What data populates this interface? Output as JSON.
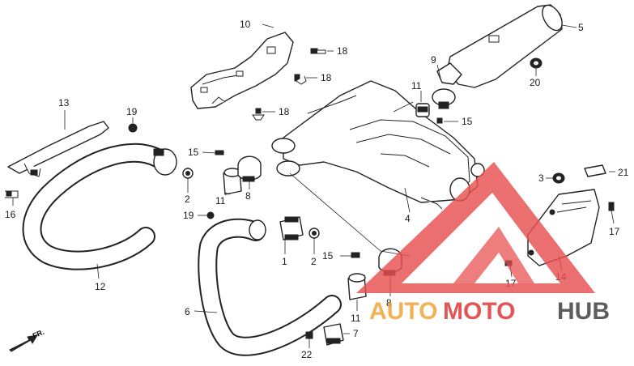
{
  "callouts": {
    "c1": "1",
    "c2a": "2",
    "c2b": "2",
    "c3": "3",
    "c4": "4",
    "c5": "5",
    "c6": "6",
    "c7": "7",
    "c8a": "8",
    "c8b": "8",
    "c9": "9",
    "c10": "10",
    "c11a": "11",
    "c11b": "11",
    "c11c": "11",
    "c12": "12",
    "c13": "13",
    "c14": "14",
    "c15a": "15",
    "c15b": "15",
    "c15c": "15",
    "c16": "16",
    "c17a": "17",
    "c17b": "17",
    "c18a": "18",
    "c18b": "18",
    "c18c": "18",
    "c19a": "19",
    "c19b": "19",
    "c20": "20",
    "c21": "21",
    "c22": "22"
  },
  "direction_label": "FR.",
  "watermark": {
    "part1": "AUTO",
    "part2": "MOTO",
    "part3": "HUB",
    "color_orange": "#f0a030",
    "color_red": "#e03030",
    "color_dark": "#3a3a3a"
  }
}
